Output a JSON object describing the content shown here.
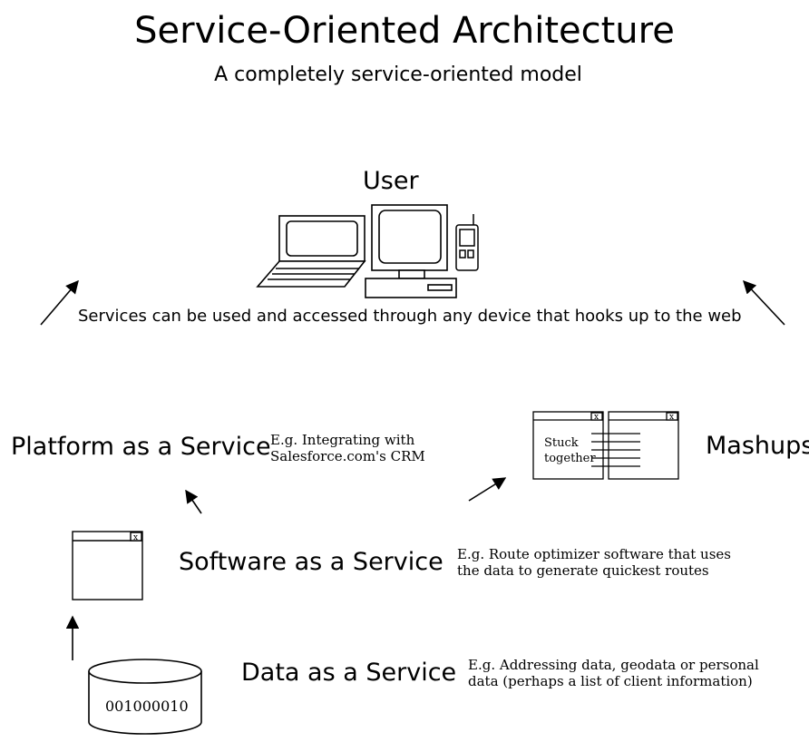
{
  "title": "Service-Oriented Architecture",
  "subtitle": "A completely service-oriented model",
  "user": {
    "label": "User",
    "caption": "Services can be used and accessed through any device that hooks up to the web"
  },
  "layers": {
    "platform": {
      "label": "Platform as a Service",
      "note": [
        "E.g. Integrating with",
        "Salesforce.com's CRM"
      ]
    },
    "mashups": {
      "label": "Mashups",
      "window_close": "x",
      "window_text": [
        "Stuck",
        "together"
      ]
    },
    "software": {
      "label": "Software as a Service",
      "note": [
        "E.g. Route optimizer software that uses",
        "the data to generate quickest routes"
      ],
      "window_close": "x"
    },
    "data": {
      "label": "Data as a Service",
      "note": [
        "E.g. Addressing data, geodata or personal",
        "data (perhaps a list of client information)"
      ],
      "db_text": "001000010"
    }
  },
  "icons": [
    "laptop-icon",
    "desktop-computer-icon",
    "mobile-phone-icon",
    "application-window-icon",
    "database-cylinder-icon",
    "arrow-icon"
  ],
  "colors": {
    "ink": "#000000",
    "background": "#ffffff"
  }
}
